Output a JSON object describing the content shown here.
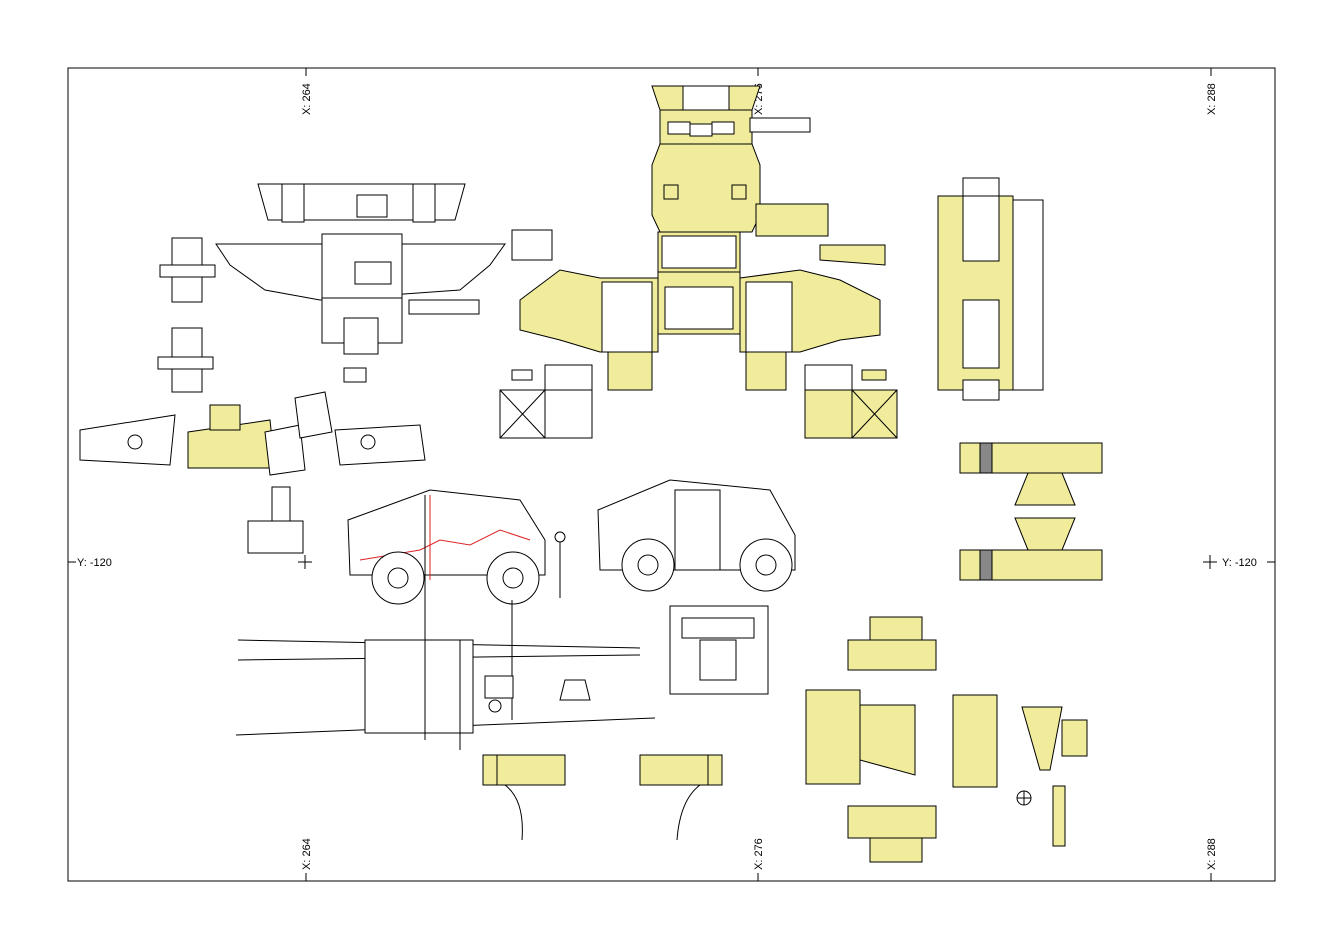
{
  "sheet": {
    "fill_color": "#f0ec9c",
    "marks": {
      "x_top": [
        "X: 264",
        "X: 276",
        "X: 288"
      ],
      "x_bottom": [
        "X: 264",
        "X: 276",
        "X: 288"
      ],
      "y_left": "Y: -120",
      "y_right": "Y: -120"
    }
  }
}
